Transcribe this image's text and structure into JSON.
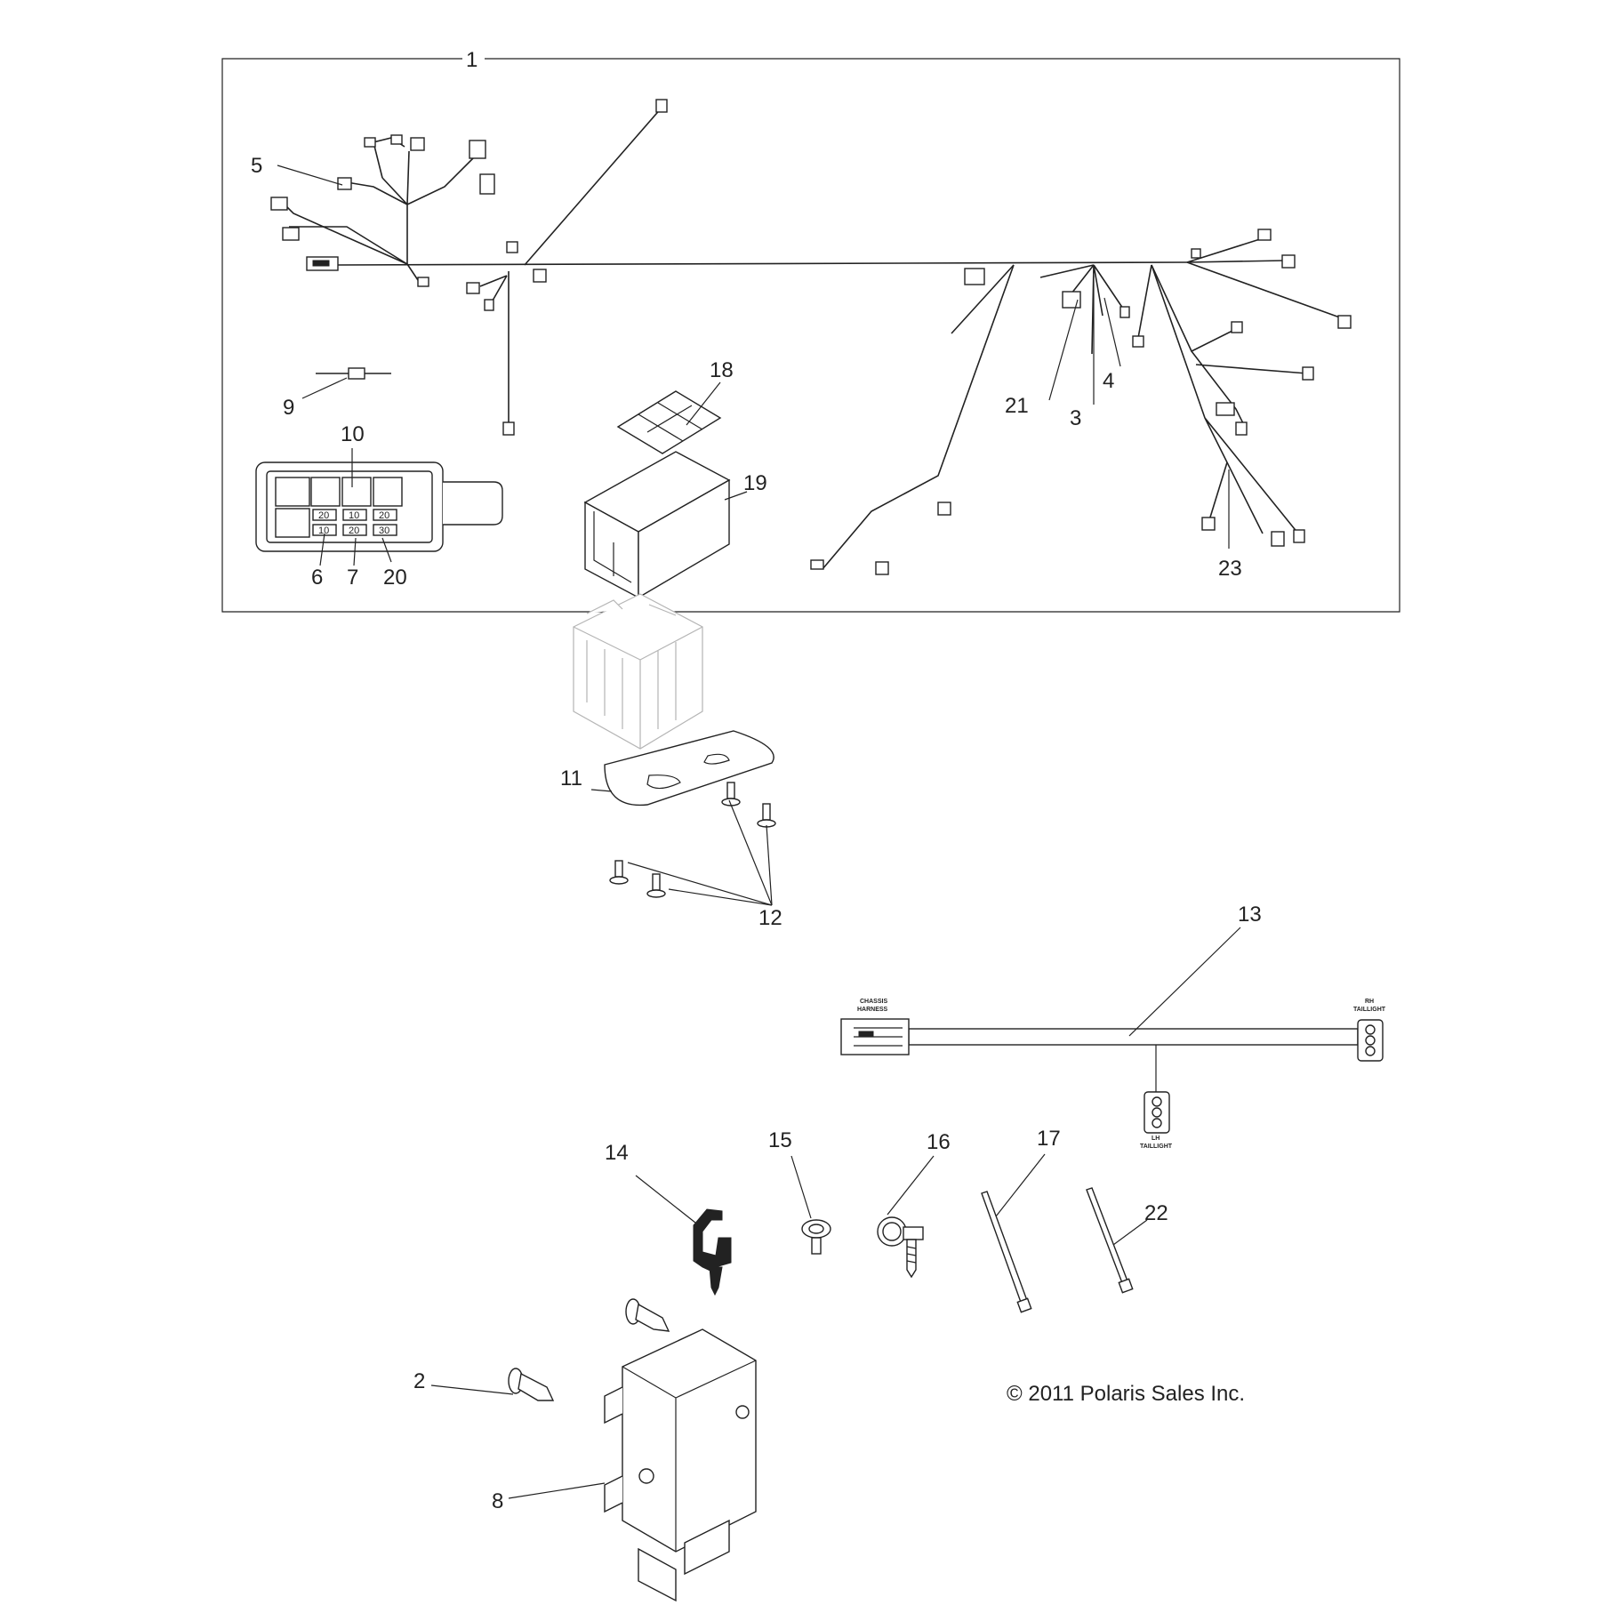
{
  "callouts": {
    "c1": "1",
    "c2": "2",
    "c3": "3",
    "c4": "4",
    "c5": "5",
    "c6": "6",
    "c7": "7",
    "c8": "8",
    "c9": "9",
    "c10": "10",
    "c11": "11",
    "c12": "12",
    "c13": "13",
    "c14": "14",
    "c15": "15",
    "c16": "16",
    "c17": "17",
    "c18": "18",
    "c19": "19",
    "c20": "20",
    "c21": "21",
    "c22": "22",
    "c23": "23"
  },
  "fuse_labels": [
    "20",
    "10",
    "20",
    "10",
    "20",
    "30"
  ],
  "harness_tags": {
    "chassis_line1": "CHASSIS",
    "chassis_line2": "HARNESS",
    "rh_line1": "RH",
    "rh_line2": "TAILLIGHT",
    "lh_line1": "LH",
    "lh_line2": "TAILLIGHT"
  },
  "copyright": "© 2011 Polaris Sales Inc."
}
